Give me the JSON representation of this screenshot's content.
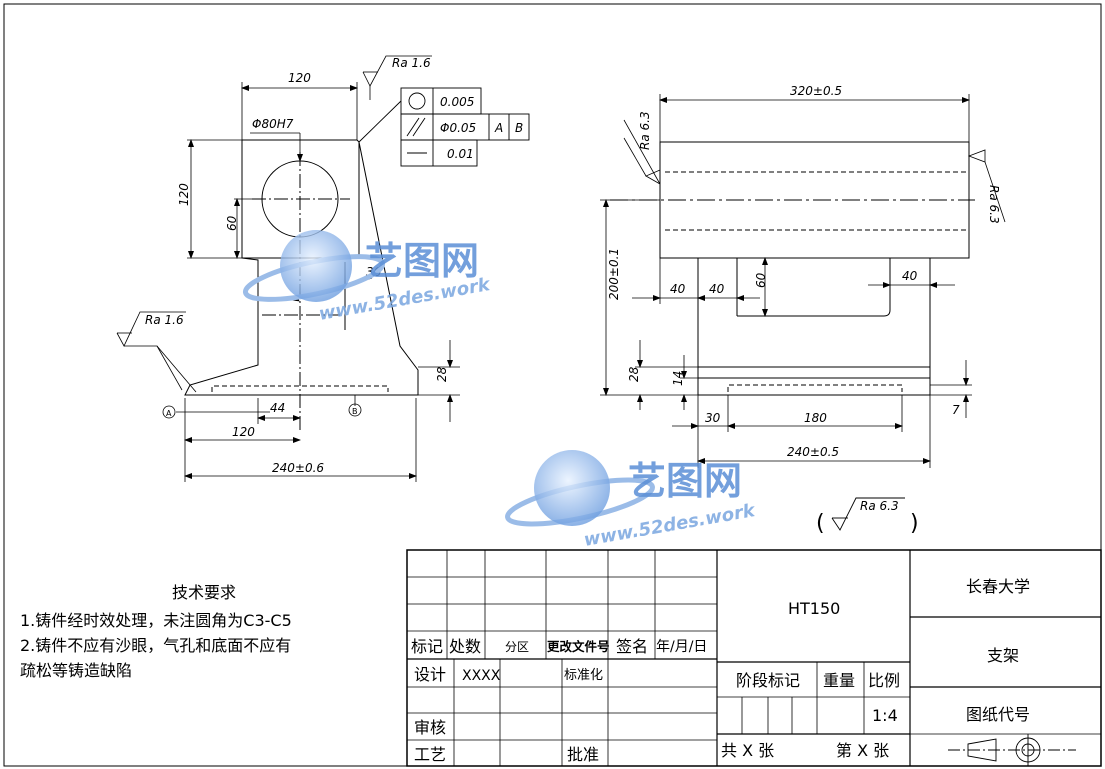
{
  "views": {
    "left": {
      "dims": {
        "top_width": "120",
        "bore": "Φ80H7",
        "head_height": "120",
        "bore_center": "60",
        "taper": "36",
        "rib": "44",
        "half_width": "120",
        "base_height": "28",
        "total_width": "240±0.6",
        "datum_a": "A",
        "datum_b": "B"
      },
      "roughness_top": "Ra 1.6",
      "roughness_left": "Ra 1.6"
    },
    "tolerance_frame": {
      "row1_value": "0.005",
      "row2_value": "Φ0.05",
      "row2_datum1": "A",
      "row2_datum2": "B",
      "row3_value": "0.01"
    },
    "right": {
      "dims": {
        "top_length": "320±0.5",
        "height": "200±0.1",
        "slot_a": "40",
        "slot_b": "40",
        "slot_c": "40",
        "slot_depth": "60",
        "base_h": "28",
        "step_h": "14",
        "left_offset": "30",
        "center_len": "180",
        "base_len": "240±0.5",
        "small_h": "7"
      },
      "roughness_left": "Ra 6.3",
      "roughness_right": "Ra 6.3"
    },
    "general_roughness": "Ra 6.3"
  },
  "tech_requirements": {
    "title": "技术要求",
    "line1": "1.铸件经时效处理，未注圆角为C3-C5",
    "line2": "2.铸件不应有沙眼，气孔和底面不应有",
    "line3": "疏松等铸造缺陷"
  },
  "title_block": {
    "material": "HT150",
    "university": "长春大学",
    "part_name": "支架",
    "drawing_no_label": "图纸代号",
    "headers": [
      "标记",
      "处数",
      "分区",
      "更改文件号",
      "签名",
      "年/月/日"
    ],
    "design_label": "设计",
    "designer": "XXXX",
    "standard_label": "标准化",
    "review_label": "审核",
    "process_label": "工艺",
    "approve_label": "批准",
    "stage_label": "阶段标记",
    "weight_label": "重量",
    "scale_label": "比例",
    "scale": "1:4",
    "sheets_total": "共 X 张",
    "sheet_no": "第 X 张"
  },
  "watermark": {
    "brand": "艺图网",
    "url": "www.52des.work"
  },
  "colors": {
    "ink": "#000000",
    "watermark": "#5b8fd6",
    "background": "#ffffff"
  }
}
